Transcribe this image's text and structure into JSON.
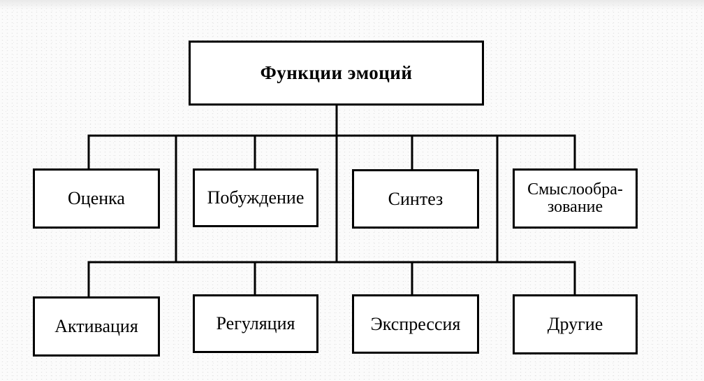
{
  "diagram": {
    "root": {
      "label": "Функции эмоций"
    },
    "row1": [
      {
        "id": "otsenka",
        "label": "Оценка"
      },
      {
        "id": "pobuzhdenie",
        "label": "Побуждение"
      },
      {
        "id": "sintez",
        "label": "Синтез"
      },
      {
        "id": "smysl",
        "label": "Смыслообра-\nзование"
      }
    ],
    "row2": [
      {
        "id": "aktivatsiya",
        "label": "Активация"
      },
      {
        "id": "regulyatsiya",
        "label": "Регуляция"
      },
      {
        "id": "ekspressiya",
        "label": "Экспрессия"
      },
      {
        "id": "drugie",
        "label": "Другие"
      }
    ]
  }
}
